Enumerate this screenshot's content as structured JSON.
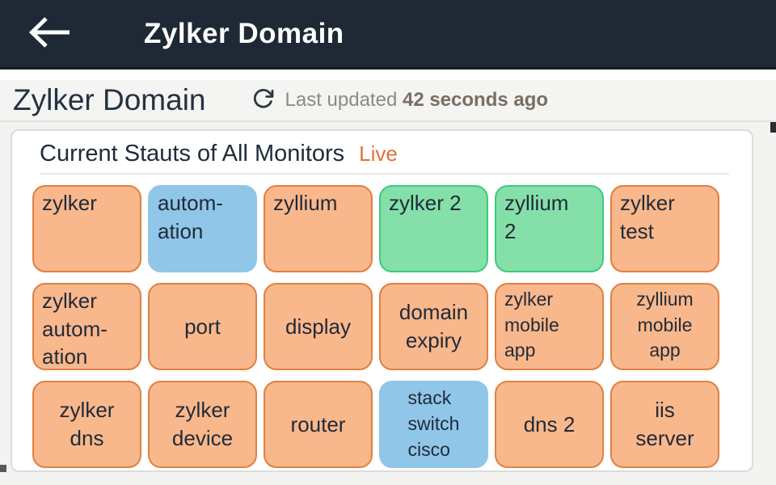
{
  "app_bar": {
    "title": "Zylker Domain",
    "back_icon": "arrow-left-icon"
  },
  "page_header": {
    "title": "Zylker Domain",
    "refresh_icon": "refresh-icon",
    "last_updated_label": "Last updated",
    "last_updated_value": "42 seconds ago"
  },
  "monitors_card": {
    "heading": "Current Stauts of All Monitors",
    "live_label": "Live",
    "tiles": [
      {
        "label": "zylker",
        "status": "trouble",
        "align": "left",
        "valign": "top"
      },
      {
        "label": "autom-\nation",
        "status": "maintenance",
        "align": "left",
        "valign": "top"
      },
      {
        "label": "zyllium",
        "status": "trouble",
        "align": "left",
        "valign": "top"
      },
      {
        "label": "zylker 2",
        "status": "up",
        "align": "left",
        "valign": "top"
      },
      {
        "label": "zyllium\n2",
        "status": "up",
        "align": "left",
        "valign": "top"
      },
      {
        "label": "zylker\ntest",
        "status": "trouble",
        "align": "left",
        "valign": "top"
      },
      {
        "label": "zylker\nautom-\nation",
        "status": "trouble",
        "align": "left",
        "valign": "top"
      },
      {
        "label": "port",
        "status": "trouble",
        "align": "center",
        "valign": "middle"
      },
      {
        "label": "display",
        "status": "trouble",
        "align": "center",
        "valign": "middle"
      },
      {
        "label": "domain\nexpiry",
        "status": "trouble",
        "align": "center",
        "valign": "middle"
      },
      {
        "label": "zylker\nmobile\napp",
        "status": "trouble",
        "align": "left",
        "valign": "top",
        "size": "small"
      },
      {
        "label": "zyllium\nmobile\napp",
        "status": "trouble",
        "align": "center",
        "valign": "top",
        "size": "small"
      },
      {
        "label": "zylker\ndns",
        "status": "trouble",
        "align": "center",
        "valign": "middle"
      },
      {
        "label": "zylker\ndevice",
        "status": "trouble",
        "align": "center",
        "valign": "middle"
      },
      {
        "label": "router",
        "status": "trouble",
        "align": "center",
        "valign": "middle"
      },
      {
        "label": "stack\nswitch\ncisco",
        "status": "maintenance",
        "align": "block",
        "valign": "middle",
        "size": "small"
      },
      {
        "label": "dns 2",
        "status": "trouble",
        "align": "center",
        "valign": "middle"
      },
      {
        "label": "iis\nserver",
        "status": "trouble",
        "align": "center",
        "valign": "middle"
      }
    ]
  },
  "colors": {
    "app_bar_bg": "#1e2935",
    "app_bar_text": "#ffffff",
    "header_strip_bg": "#f4f4f2",
    "page_bg": "#f3f3f1",
    "card_border": "#dddcda",
    "text_dark": "#1f2b38",
    "muted_text": "#8b8b85",
    "muted_text_strong": "#7a6e63",
    "accent_live": "#e1713c",
    "status_trouble_fill": "#f9b78c",
    "status_trouble_border": "#e08040",
    "status_maintenance_fill": "#90c6e8",
    "status_up_fill": "#85dfa9",
    "status_up_border": "#3bcb80"
  }
}
